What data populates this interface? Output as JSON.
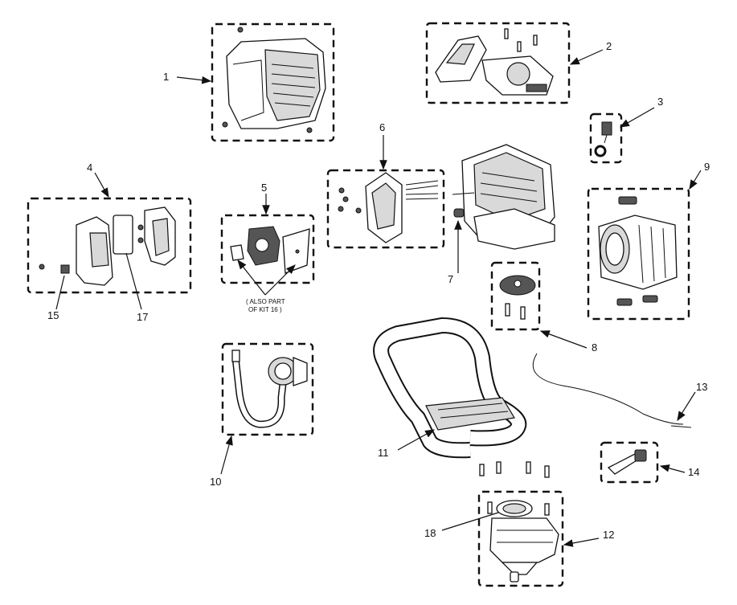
{
  "callouts": {
    "c1": "1",
    "c2": "2",
    "c3": "3",
    "c4": "4",
    "c5": "5",
    "c6": "6",
    "c7": "7",
    "c8": "8",
    "c9": "9",
    "c10": "10",
    "c11": "11",
    "c12": "12",
    "c13": "13",
    "c14": "14",
    "c15": "15",
    "c17": "17",
    "c18": "18"
  },
  "note": {
    "line1": "( ALSO PART",
    "line2": "OF KIT 16 )"
  }
}
